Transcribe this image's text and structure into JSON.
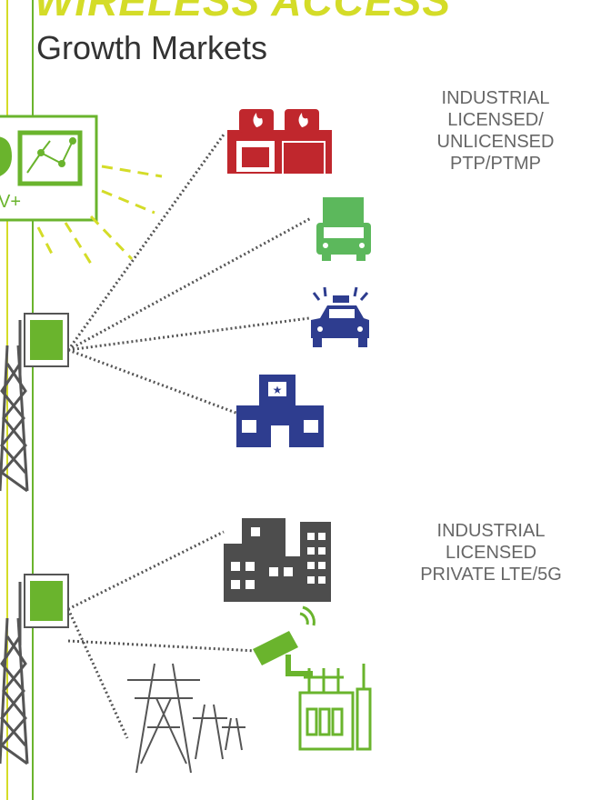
{
  "header": {
    "title": "WIRELESS ACCESS",
    "subtitle": "Growth Markets"
  },
  "monitor_label": "V+",
  "annotations": {
    "top": [
      "INDUSTRIAL",
      "LICENSED/",
      "UNLICENSED",
      "PTP/PTMP"
    ],
    "bottom": [
      "INDUSTRIAL",
      "LICENSED",
      "PRIVATE LTE/5G"
    ]
  },
  "colors": {
    "accent_yellow": "#d4dc28",
    "accent_green": "#6ab42d",
    "fire_red": "#c0272d",
    "truck_green": "#5cb85c",
    "police_blue": "#2e3d8f",
    "building_gray": "#4d4d4d",
    "pole_gray": "#555555"
  },
  "icons": [
    "fire-station-icon",
    "truck-icon",
    "police-car-icon",
    "police-station-icon",
    "office-buildings-icon",
    "security-camera-icon",
    "substation-icon",
    "power-pylon-icon",
    "monitor-icon",
    "antenna-tower-icon"
  ]
}
